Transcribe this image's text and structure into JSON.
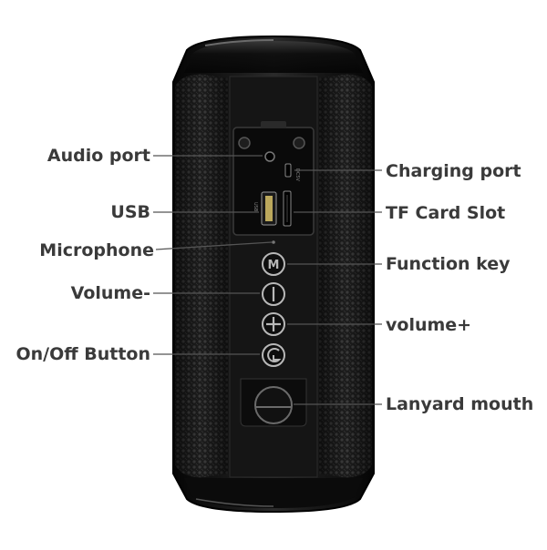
{
  "callouts": {
    "audio_port": "Audio port",
    "usb": "USB",
    "microphone": "Microphone",
    "volume_minus": "Volume-",
    "on_off_button": "On/Off Button",
    "charging_port": "Charging port",
    "tf_card_slot": "TF Card Slot",
    "function_key": "Function key",
    "volume_plus": "volume+",
    "lanyard_mouth": "Lanyard mouth"
  },
  "device": {
    "usb_port_mark": "USB",
    "charging_port_mark": "DC5V"
  },
  "colors": {
    "label_text": "#3a3a3a",
    "leader_line": "#555555",
    "speaker_body": "#121212",
    "mesh_fabric": "#2a2a2a",
    "button_ring": "#b8b8b8"
  },
  "icons": {
    "function_key": "m-letter-icon",
    "volume_minus": "minus-bar-icon",
    "volume_plus": "plus-icon",
    "power": "power-icon"
  }
}
